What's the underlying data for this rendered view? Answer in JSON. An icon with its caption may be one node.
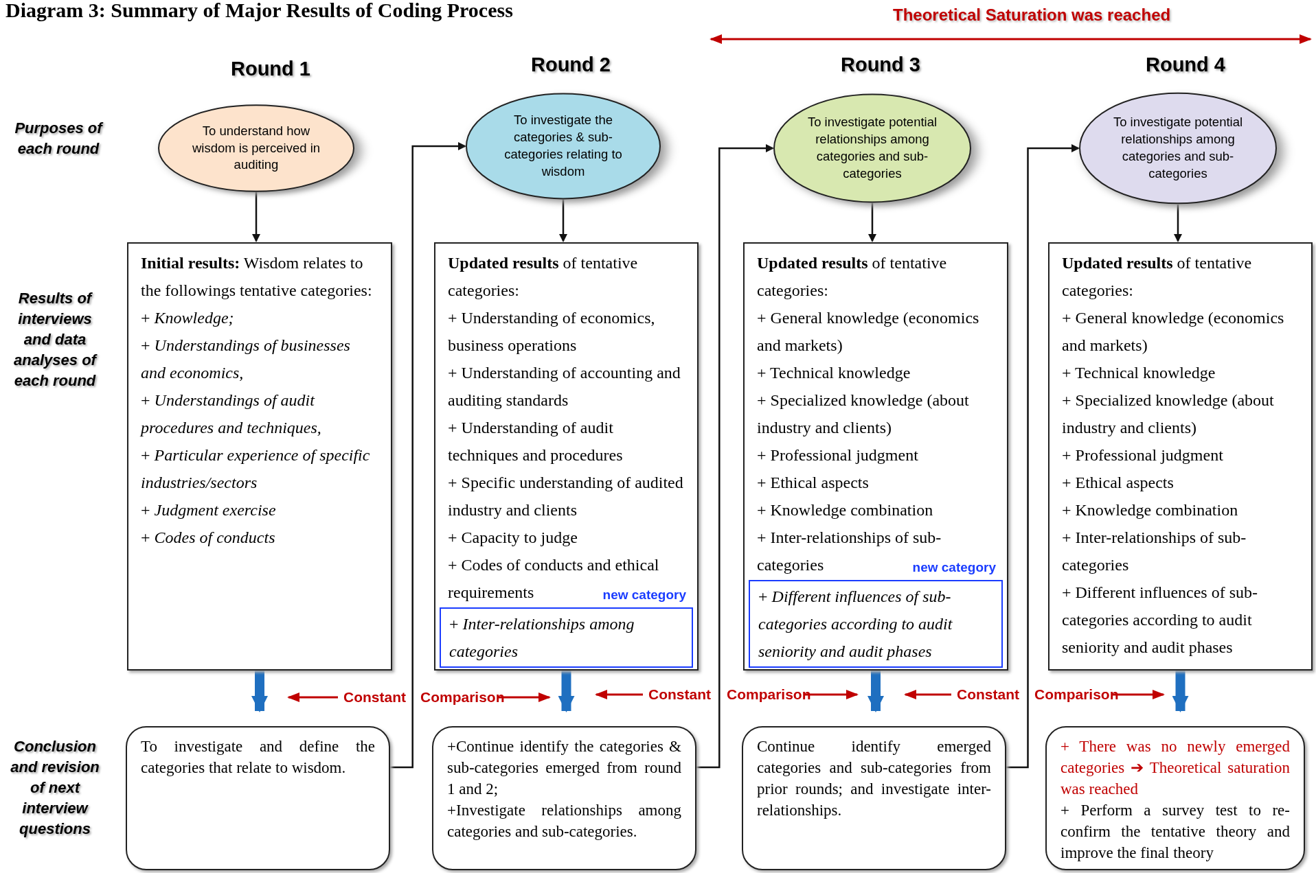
{
  "diagram": {
    "title": "Diagram 3: Summary of Major Results of Coding Process",
    "nodes": [
      {
        "text": [
          "To understand how wisdom is perceived in auditing"
        ]
      },
      {
        "text": [
          "To investigate the categories & sub-categories relating to wisdom"
        ]
      },
      {
        "text": [
          "To investigate potential relationships among categories and sub-categories"
        ]
      },
      {
        "text": [
          "To investigate potential relationships among categories and sub-categories"
        ]
      },
      {
        "text": [
          "**Initial results:** Wisdom relates to the followings tentative categories:",
          "+ *Knowledge;*",
          "+ *Understandings of businesses and economics,*",
          "+ *Understandings of audit procedures and techniques,*",
          "+ *Particular experience of specific industries/sectors*",
          "+ *Judgment exercise*",
          "+ *Codes of conducts*"
        ]
      },
      {
        "text": [
          "**Updated results** of tentative categories:",
          "+ Understanding of economics, business operations",
          "+ Understanding of accounting and auditing standards",
          "+ Understanding of audit techniques and procedures",
          "+ Specific understanding of audited industry and clients",
          "+ Capacity to judge",
          "+ Codes of conducts and ethical requirements"
        ]
      },
      {
        "text": [
          "+ *Inter-relationships among categories*"
        ],
        "in": 5,
        "beside": [
          "new category"
        ]
      },
      {
        "text": [
          "**Updated results** of tentative categories:",
          "+ General knowledge (economics and markets)",
          "+ Technical knowledge",
          "+ Specialized knowledge (about industry and clients)",
          "+ Professional judgment",
          "+ Ethical aspects",
          "+ Knowledge combination",
          "+ Inter-relationships of sub-categories"
        ]
      },
      {
        "text": [
          "+ *Different influences of sub-categories according to audit seniority and audit phases*"
        ],
        "in": 7,
        "beside": [
          "new category"
        ]
      },
      {
        "text": [
          "**Updated results** of tentative categories:",
          "+ General knowledge (economics and markets)",
          "+ Technical knowledge",
          "+ Specialized knowledge (about industry and clients)",
          "+ Professional judgment",
          "+ Ethical aspects",
          "+ Knowledge combination",
          "+ Inter-relationships of sub-categories",
          "+ Different influences of sub-categories according to audit seniority and audit phases"
        ]
      },
      {
        "text": [
          "To investigate and define the categories that relate to wisdom."
        ]
      },
      {
        "text": [
          "+Continue identify the categories & sub-categories emerged from round 1 and 2;",
          "+Investigate relationships among categories and sub-categories."
        ]
      },
      {
        "text": [
          "Continue identify emerged categories and sub-categories from prior rounds; and investigate inter-relationships."
        ]
      },
      {
        "text": [
          "+ There was no newly emerged categories ➔ Theoretical saturation was reached",
          "+ Perform a survey test to re-confirm the tentative theory and improve the final theory"
        ]
      }
    ],
    "edges": [
      {
        "from": 0,
        "to": 4,
        "arrow": "to"
      },
      {
        "from": 1,
        "to": 5,
        "arrow": "to"
      },
      {
        "from": 2,
        "to": 7,
        "arrow": "to"
      },
      {
        "from": 3,
        "to": 9,
        "arrow": "to"
      },
      {
        "from": 4,
        "to": 10,
        "arrow": "to",
        "style": "thick",
        "color": "#1f6fc0"
      },
      {
        "from": 5,
        "to": 11,
        "arrow": "to",
        "style": "thick",
        "color": "#1f6fc0"
      },
      {
        "from": 7,
        "to": 12,
        "arrow": "to",
        "style": "thick",
        "color": "#1f6fc0"
      },
      {
        "from": 9,
        "to": 13,
        "arrow": "to",
        "style": "thick",
        "color": "#1f6fc0"
      },
      {
        "from": 10,
        "to": 1,
        "arrow": "to"
      },
      {
        "from": 11,
        "to": 2,
        "arrow": "to"
      },
      {
        "from": 12,
        "to": 3,
        "arrow": "to"
      }
    ],
    "labels": [
      "Theoretical Saturation was reached",
      "Round 1",
      "Round 2",
      "Round 3",
      "Round 4",
      "Purposes of each round",
      "Results of interviews and data analyses of each round",
      "Constant",
      "Comparison",
      "Constant",
      "Comparison",
      "Constant",
      "Comparison",
      "Conclusion and revision of next interview questions"
    ]
  }
}
